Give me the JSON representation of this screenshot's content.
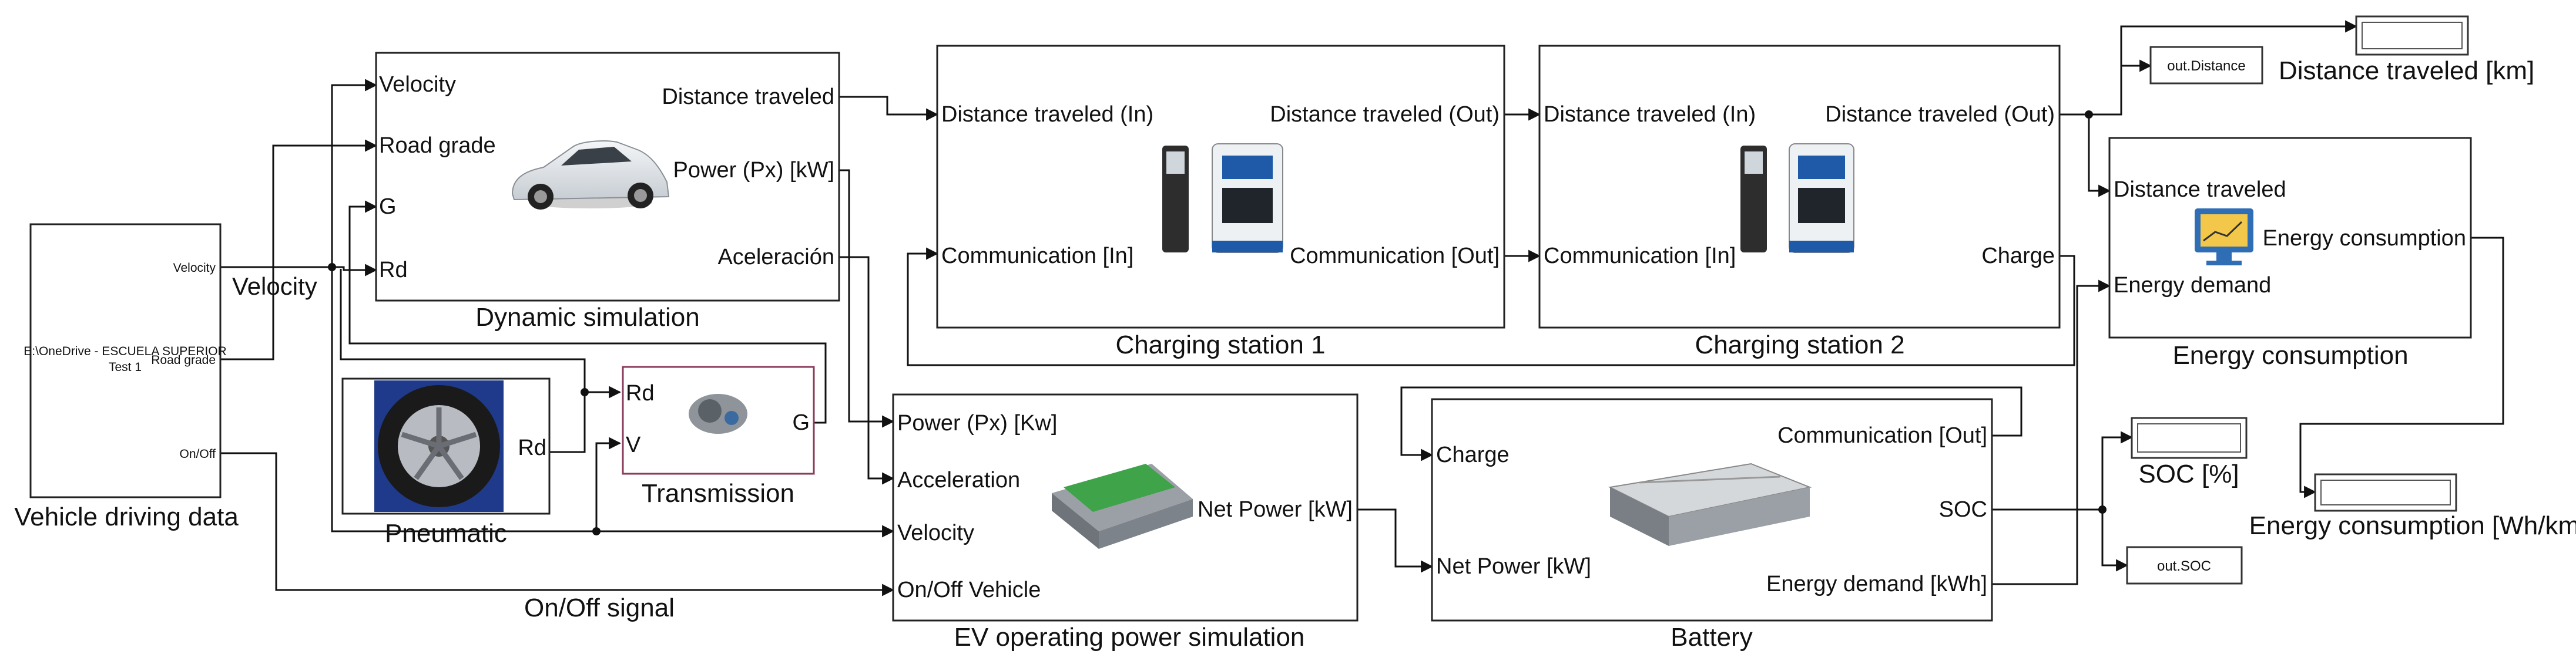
{
  "vehicle_data": {
    "caption": "Vehicle driving data",
    "path_line1": "E:\\OneDrive - ESCUELA SUPERIOR",
    "path_line2": "Test 1",
    "out_velocity": "Velocity",
    "out_road_grade": "Road grade",
    "out_onoff": "On/Off"
  },
  "wire_labels": {
    "velocity": "Velocity",
    "onoff_signal": "On/Off signal"
  },
  "dynamic": {
    "caption": "Dynamic simulation",
    "in_velocity": "Velocity",
    "in_road_grade": "Road grade",
    "in_g": "G",
    "in_rd": "Rd",
    "out_distance": "Distance traveled",
    "out_power": "Power (Px) [kW]",
    "out_accel": "Aceleración"
  },
  "pneumatic": {
    "caption": "Pneumatic",
    "out_rd": "Rd"
  },
  "transmission": {
    "caption": "Transmission",
    "in_rd": "Rd",
    "in_v": "V",
    "out_g": "G"
  },
  "station1": {
    "caption": "Charging station 1",
    "in_distance": "Distance traveled (In)",
    "out_distance": "Distance traveled (Out)",
    "in_comm": "Communication [In]",
    "out_comm": "Communication  [Out]"
  },
  "station2": {
    "caption": "Charging station 2",
    "in_distance": "Distance traveled (In)",
    "out_distance": "Distance traveled (Out)",
    "in_comm": "Communication [In]",
    "out_charge": "Charge"
  },
  "ev_power": {
    "caption": "EV operating power simulation",
    "in_power": "Power (Px) [Kw]",
    "in_accel": "Acceleration",
    "in_velocity": "Velocity",
    "in_onoff": "On/Off Vehicle",
    "out_net": "Net Power [kW]"
  },
  "battery": {
    "caption": "Battery",
    "in_charge": "Charge",
    "in_net": "Net Power [kW]",
    "out_comm": "Communication [Out]",
    "out_soc": "SOC",
    "out_energy": "Energy demand [kWh]"
  },
  "energy": {
    "caption": "Energy consumption",
    "in_distance": "Distance traveled",
    "in_demand": "Energy demand",
    "out_consumption": "Energy consumption"
  },
  "outputs": {
    "distance_ws": "out.Distance",
    "distance_display": "Distance traveled [km]",
    "soc_display": "SOC [%]",
    "soc_ws": "out.SOC",
    "energy_display": "Energy consumption [Wh/km]"
  }
}
